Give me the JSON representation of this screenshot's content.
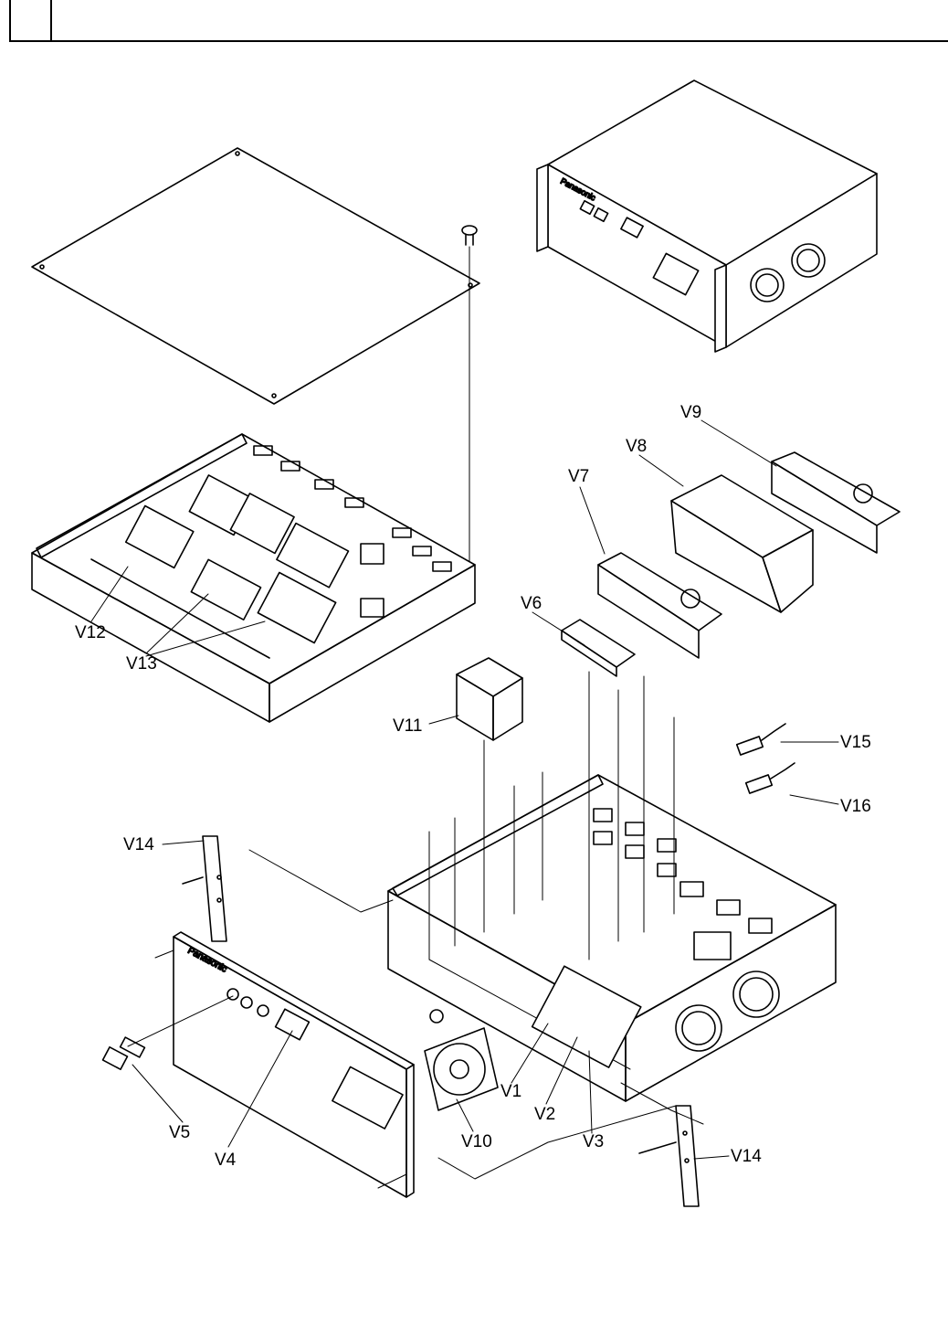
{
  "header": {
    "box_text": ""
  },
  "brand_text": "Panasonic",
  "callouts": {
    "v1": "V1",
    "v2": "V2",
    "v3": "V3",
    "v4": "V4",
    "v5": "V5",
    "v6": "V6",
    "v7": "V7",
    "v8": "V8",
    "v9": "V9",
    "v10": "V10",
    "v11": "V11",
    "v12": "V12",
    "v13": "V13",
    "v14_top": "V14",
    "v14_bottom": "V14",
    "v15": "V15",
    "v16": "V16"
  }
}
